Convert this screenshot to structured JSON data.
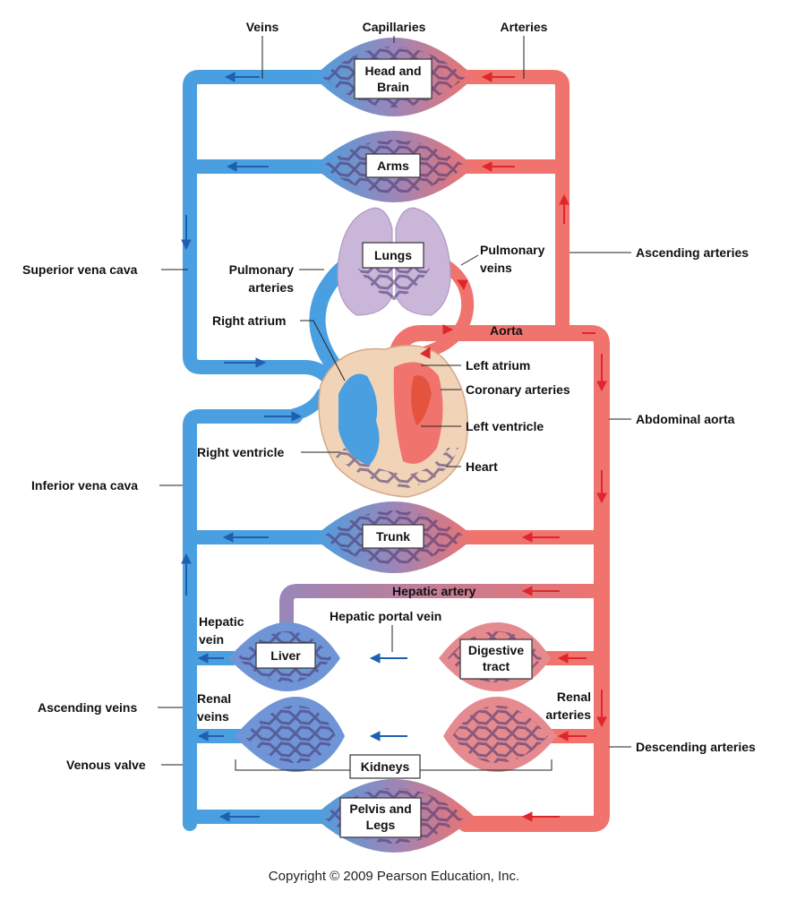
{
  "labels": {
    "veins": "Veins",
    "capillaries": "Capillaries",
    "arteries": "Arteries",
    "superior_vena_cava": "Superior vena cava",
    "pulmonary_arteries": [
      "Pulmonary",
      "arteries"
    ],
    "pulmonary_veins": [
      "Pulmonary",
      "veins"
    ],
    "ascending_arteries": "Ascending arteries",
    "right_atrium": "Right atrium",
    "aorta": "Aorta",
    "left_atrium": "Left atrium",
    "coronary_arteries": "Coronary arteries",
    "left_ventricle": "Left ventricle",
    "abdominal_aorta": "Abdominal aorta",
    "right_ventricle": "Right ventricle",
    "heart": "Heart",
    "inferior_vena_cava": "Inferior vena cava",
    "hepatic_artery": "Hepatic artery",
    "hepatic_portal_vein": "Hepatic portal vein",
    "hepatic_vein": [
      "Hepatic",
      "vein"
    ],
    "ascending_veins": "Ascending veins",
    "renal_veins": [
      "Renal",
      "veins"
    ],
    "renal_arteries": [
      "Renal",
      "arteries"
    ],
    "descending_arteries": "Descending arteries",
    "venous_valve": "Venous valve"
  },
  "organs": {
    "head_brain": [
      "Head and",
      "Brain"
    ],
    "arms": "Arms",
    "lungs": "Lungs",
    "trunk": "Trunk",
    "liver": "Liver",
    "digestive_tract": [
      "Digestive",
      "tract"
    ],
    "kidneys": "Kidneys",
    "pelvis_legs": [
      "Pelvis and",
      "Legs"
    ]
  },
  "copyright": "Copyright © 2009 Pearson Education, Inc.",
  "colors": {
    "vein": "#4a9fe0",
    "artery": "#f0736e",
    "capillary_mid": "#9b86b8",
    "lungs": "#c9b6d9",
    "heart_tissue": "#f1d3b8",
    "vein_arrow": "#1f5fb0",
    "artery_arrow": "#e0262b"
  }
}
